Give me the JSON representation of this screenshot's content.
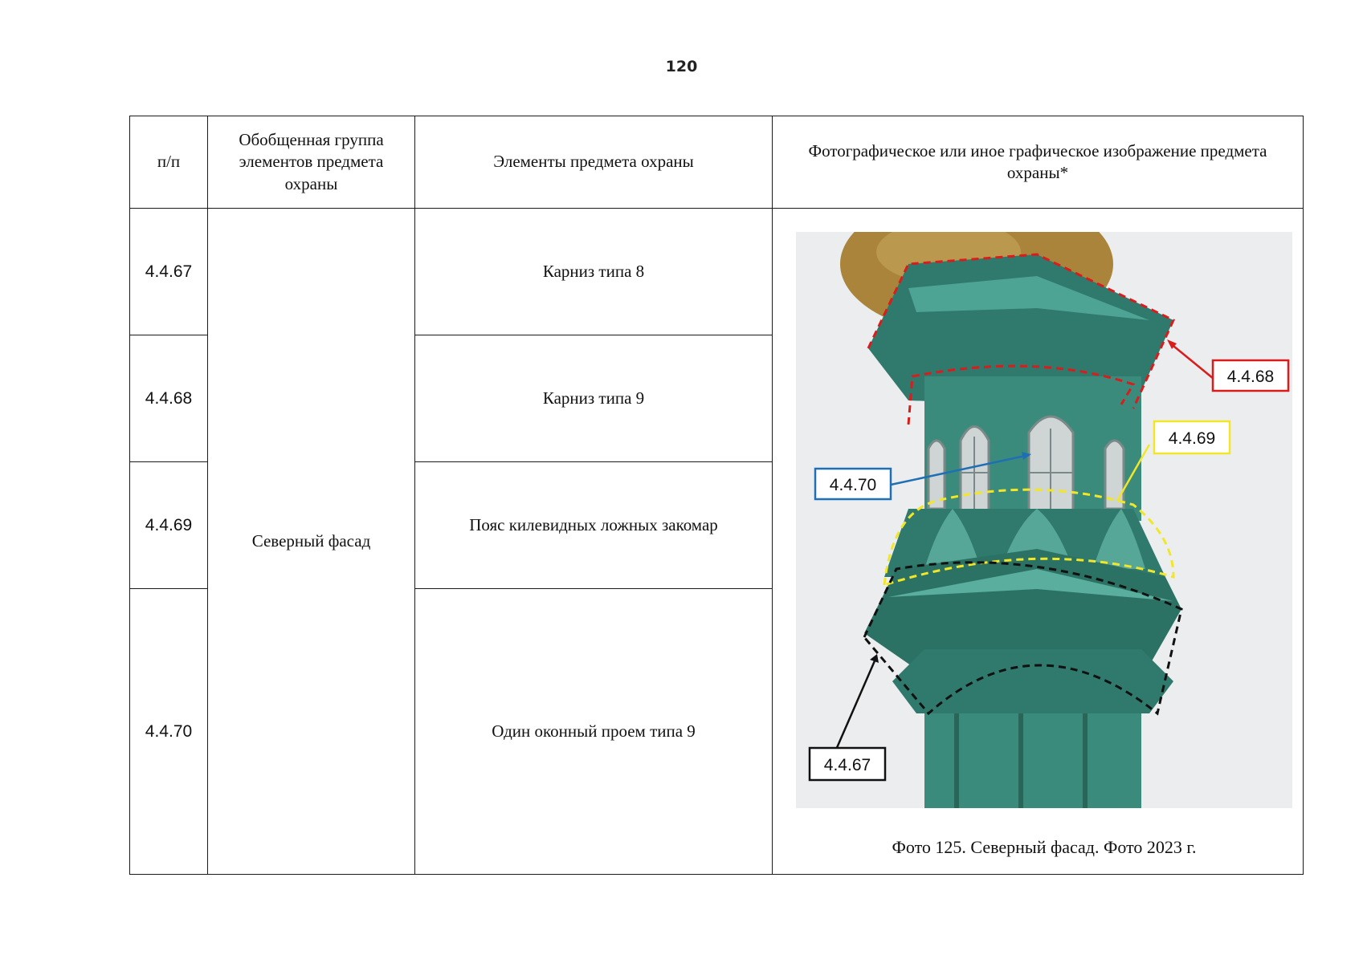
{
  "page_number": "120",
  "table": {
    "headers": {
      "num": "п/п",
      "group": "Обобщенная группа элементов предмета охраны",
      "elements": "Элементы предмета охраны",
      "image": "Фотографическое или иное графическое изображение предмета охраны*"
    },
    "group_value": "Северный фасад",
    "rows": [
      {
        "num": "4.4.67",
        "element": "Карниз типа 8"
      },
      {
        "num": "4.4.68",
        "element": "Карниз типа 9"
      },
      {
        "num": "4.4.69",
        "element": "Пояс килевидных ложных закомар"
      },
      {
        "num": "4.4.70",
        "element": "Один оконный проем типа 9"
      }
    ]
  },
  "photo": {
    "caption": "Фото 125. Северный фасад. Фото 2023 г.",
    "labels": {
      "l68": "4.4.68",
      "l69": "4.4.69",
      "l70": "4.4.70",
      "l67": "4.4.67"
    },
    "colors": {
      "l68": "#d91c1c",
      "l69": "#f2e629",
      "l70": "#1f6fb5",
      "l67": "#111111",
      "tower": "#3f8f80",
      "dome": "#b08a3a"
    }
  }
}
